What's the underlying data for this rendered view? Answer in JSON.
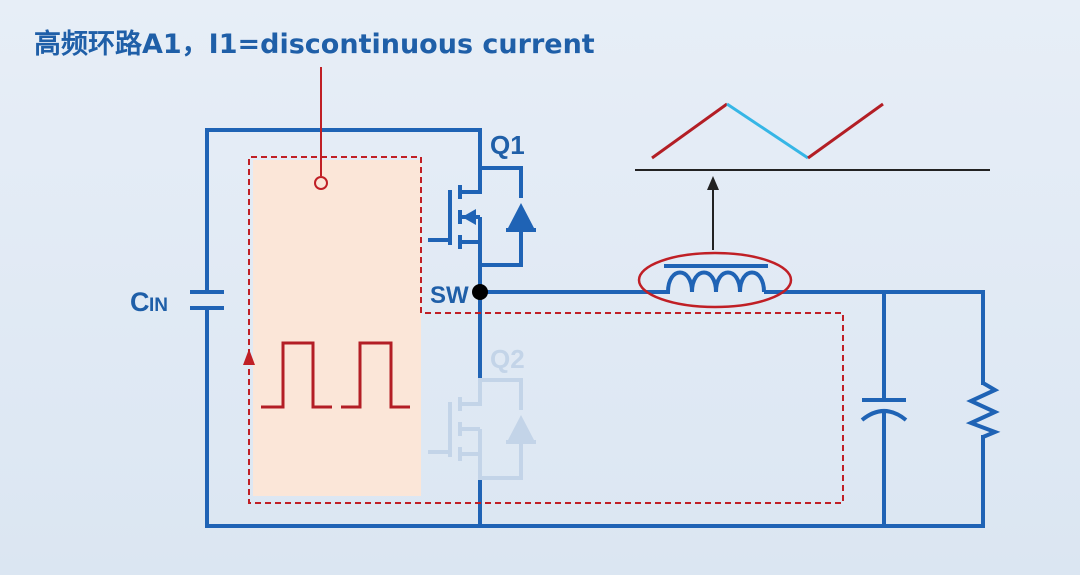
{
  "title": "高频环路A1，I1=discontinuous current",
  "labels": {
    "q1": "Q1",
    "q2": "Q2",
    "sw": "SW",
    "cin_main": "C",
    "cin_sub": "IN"
  },
  "colors": {
    "wire": "#1f63b5",
    "wire_faded": "#c3d4e8",
    "loop_dashed": "#c01f25",
    "loop_fill": "#fbe6d8",
    "pulse": "#b31e25",
    "ramp_up": "#b31e25",
    "ramp_down": "#36b6e6",
    "annotation": "#222222",
    "background": "#e3ebf5"
  },
  "icons": {
    "q1": "mosfet-with-body-diode",
    "q2": "mosfet-with-body-diode",
    "cin": "capacitor",
    "cout": "capacitor",
    "load": "resistor",
    "inductor": "inductor-coil",
    "sw_node": "junction-dot"
  }
}
